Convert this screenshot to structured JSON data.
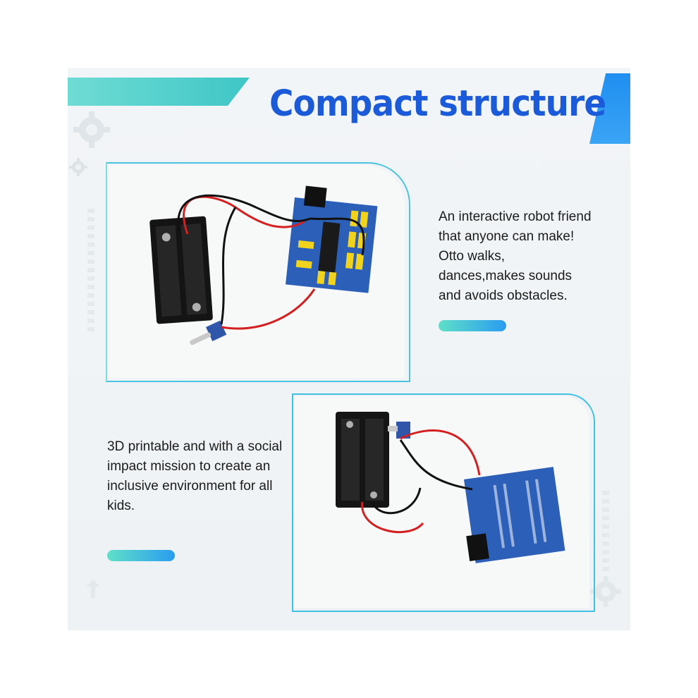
{
  "title": "Compact structure",
  "description_1": "An interactive robot friend that anyone can make! Otto walks, dances,makes sounds and avoids obstacles.",
  "description_2": "3D printable and with a social impact mission to create an inclusive environment for all kids.",
  "colors": {
    "title": "#1b5ad8",
    "accent_teal": "#3fc6c6",
    "accent_blue": "#1f8ef0"
  },
  "icons": [
    "gear-icon",
    "arrow-up-icon"
  ]
}
